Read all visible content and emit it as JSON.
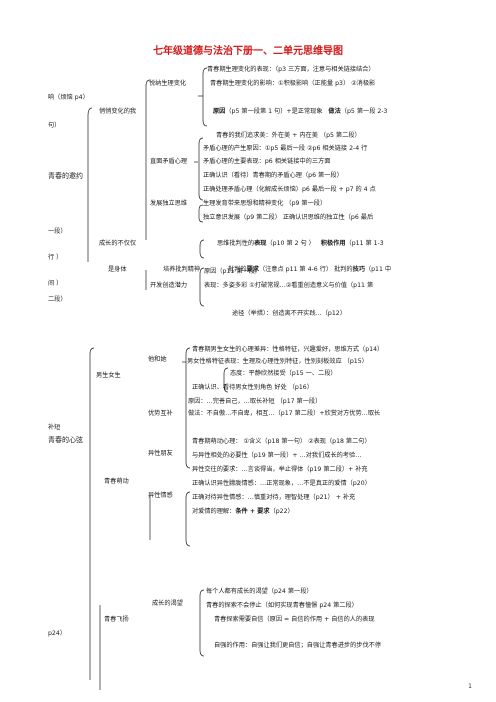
{
  "title": "七年级道德与法治下册一、二单元思维导图",
  "page_number": "1",
  "unit1": {
    "root": "青春的邀约",
    "quietly_label": "悄悄变化的我",
    "body_change": {
      "label": "悦纳生理变化",
      "l1": "青春期生理变化的表现：（p3 三方面，注意与相关链接结合）",
      "l2": "青春期生理变化的影响：①积极影响（正能量 p3） ②消极影",
      "l3": "响（烦恼 p4）",
      "l4_bold": "原因",
      "l4": "（p5 第一段第 1 句）+是正常现象",
      "l4_bold2": "做法",
      "l4_tail": "（p5 第一段 2-3",
      "l5": "句）"
    },
    "mind": {
      "label": "直面矛盾心理",
      "l0": "青春的我们追求美：外在美 + 内在美 （p5 第二段）",
      "l1": "矛盾心理的产生原因：①p5 最后一段 ②p6 相关链接 2-4 行",
      "l2": "矛盾心理的主要表现：p6 相关链接中的三方面",
      "l3": "正确认识（看待）青春期的矛盾心理（p6 第一段）",
      "l4": "正确处理矛盾心理（化解成长烦恼）p6 最后一段 + p7 的 4 点"
    },
    "independent": {
      "label": "发展独立思维",
      "l1": "生理发育带来思想和精神变化 （p9 第一段）",
      "l2": "独立意识发展（p9 第二段） 正确认识思维的独立性（p6 最后",
      "l3": "一段）"
    },
    "grow": {
      "label": "成长的不仅仅",
      "label2": "是身体",
      "critical": {
        "label": "培养批判精神",
        "l1_a": "思维批判性的",
        "l1_b1": "表现",
        "l1_c": "（p10 第 2 句 ）",
        "l1_b2": "积极作用",
        "l1_d": "（p11 第 1-3",
        "l2": "行 ）",
        "l3_a": "批判的",
        "l3_b1": "要求",
        "l3_c": "（注意点 p11 第 4-6 行） 批判的",
        "l3_b2": "技巧",
        "l3_d": "（p11 中",
        "l4": "间 ）"
      },
      "creative": {
        "label": "开发创造潜力",
        "l1": "原因（p11 第一段）",
        "l2": "表现：多姿多彩 ①打破常规…②看重创造意义与价值（p11 第",
        "l3": "二段）",
        "l4": "途径（举措）：创造离不开实践…（p12）"
      }
    }
  },
  "unit2": {
    "root": "青春的心弦",
    "gender": {
      "label": "男生女生",
      "sub_label": "他和她",
      "l1": "青春期男生女生的心理差异：性格特征，兴趣爱好，思维方式（p14）",
      "l2": "男女性格特征表现：生理及心理性别特征，性别刻板效应 （p15）",
      "l3": "态度：平静欣然接受（p15 一、二段）",
      "l4": "正确认识、看待男女性别角色 好处 （p16）",
      "comp_label": "优势互补",
      "l5": "原因：…完善自己，…取长补短 （p17 第一段）",
      "l6": "做法：不自傲…不自卑，相互…（p17 第二段）+欣赏对方优势…取长",
      "l7": "补短"
    },
    "hazy": {
      "label": "青春萌动",
      "friend": {
        "label": "异性朋友",
        "l1": "青春期萌动心理： ①含义（p18 第一句） ②表现（p18 第二句）",
        "l2": "与异性相处的必要性（p19 第一段）+ …对我们成长的考验…",
        "l3": "异性交往的要求：…言谈得当，举止得体（p19 第二段）+ 补充"
      },
      "feeling": {
        "label": "异性情感",
        "l1": "正确认识异性朦胧情感：…正常现象，…不是真正的爱情（p20）",
        "l2": "正确对待异性情感：…慎重对待，理智处理（p21） + 补充",
        "l3_a": "对爱情的理解：",
        "l3_b": "条件 + 要求",
        "l3_c": "（p22）"
      }
    },
    "flying": {
      "label": "青春飞扬",
      "expect": {
        "label": "成长的渴望",
        "l1": "每个人都有成长的渴望（p24 第一段）",
        "l2": "青春的探索不会停止（如何实现青春憧憬 p24 第二段）",
        "l3": "青春探索需要自信（原因 = 自信的作用 + 自信的人的表现",
        "l4": "p24）",
        "l5": "自强的作用：自强让我们更自信；自强让青春进步的步伐不停"
      }
    }
  }
}
